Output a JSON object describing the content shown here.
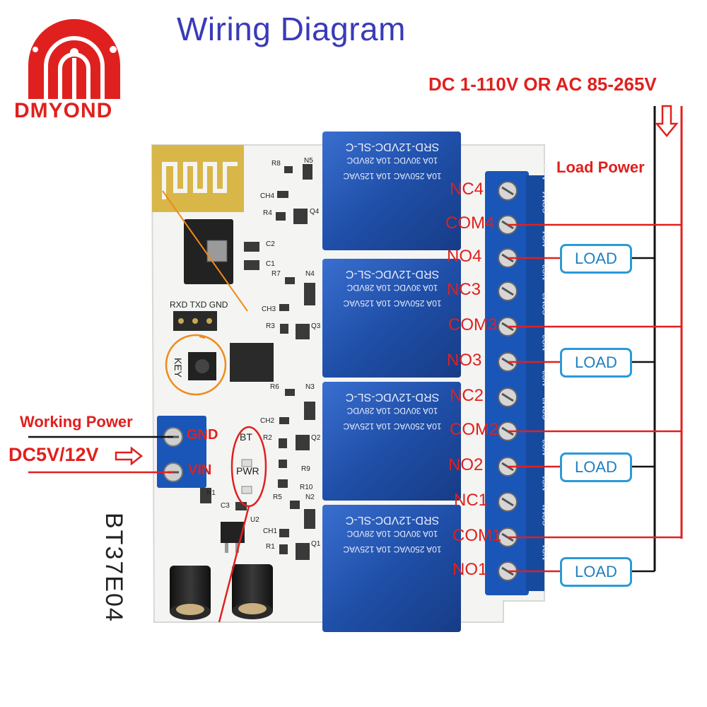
{
  "title": "Wiring Diagram",
  "brand": "DMYOND",
  "supply_label": "DC 1-110V OR AC 85-265V",
  "load_power_label": "Load Power",
  "working_power_label": "Working Power",
  "input_label": "DC5V/12V",
  "board_model": "BT37E04",
  "relay_markings": {
    "model": "SRD-12VDC-SL-C",
    "rating1": "10A 250VAC  10A 125VAC",
    "rating2": "10A 30VDC  10A 28VDC"
  },
  "serial_header": "RXD TXD GND",
  "key_label": "KEY",
  "power_terminals": [
    "GND",
    "VIN"
  ],
  "indicators": [
    "BT",
    "PWR"
  ],
  "relay_terminals": [
    "NC4",
    "COM4",
    "NO4",
    "NC3",
    "COM3",
    "NO3",
    "NC2",
    "COM2",
    "NO2",
    "NC1",
    "COM1",
    "NO1"
  ],
  "load_boxes": [
    "LOAD",
    "LOAD",
    "LOAD",
    "LOAD"
  ],
  "components": [
    "R8",
    "N5",
    "CH4",
    "R4",
    "Q4",
    "C2",
    "C1",
    "R7",
    "N4",
    "CH3",
    "R3",
    "Q3",
    "R6",
    "N3",
    "CH2",
    "Q2",
    "R2",
    "R9",
    "R10",
    "R5",
    "N2",
    "C3",
    "U2",
    "N1",
    "CH1",
    "R1",
    "Q1"
  ],
  "colors": {
    "title": "#3a3ab8",
    "annotation_red": "#e0201e",
    "relay_blue": "#1f4fa8",
    "terminal_blue": "#1a55b8",
    "load_box_border": "#2a9ad8",
    "load_box_text": "#1e7fc0",
    "pcb": "#f4f4f2",
    "wire_black": "#111111"
  }
}
